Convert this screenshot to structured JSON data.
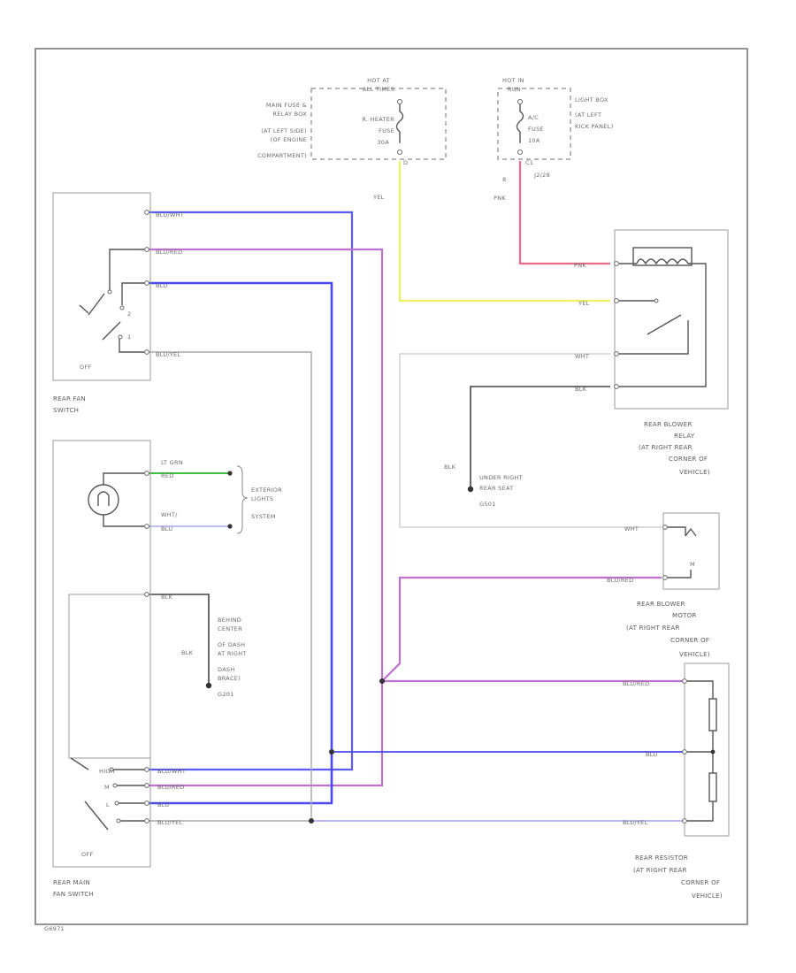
{
  "diagram_id": "G6971",
  "colors": {
    "blu_wht": "#5a5af5",
    "blu_red": "#c070d0",
    "blu": "#4a4af0",
    "blu_yel": "#a8a8a8",
    "yel": "#f5f560",
    "pnk": "#f06a8a",
    "blk": "#444444",
    "lt_grn": "#40c040",
    "wht": "#d0d0d0",
    "wht_blu": "#a0a0f0"
  },
  "fuse_box_1": {
    "header": [
      "HOT AT",
      "ALL TIMES"
    ],
    "location": [
      "MAIN FUSE &",
      "RELAY BOX",
      "(AT LEFT SIDE)",
      "(OF ENGINE",
      "COMPARTMENT)"
    ],
    "fuse": [
      "R. HEATER",
      "FUSE",
      "30A"
    ]
  },
  "fuse_box_2": {
    "header": [
      "HOT IN",
      "RUN"
    ],
    "location": [
      "LIGHT BOX",
      "(AT LEFT",
      "KICK PANEL)"
    ],
    "fuse": [
      "A/C",
      "FUSE",
      "10A"
    ],
    "terminal": "8",
    "terminal_alt": "J2/28"
  },
  "wires": {
    "yel": "YEL",
    "pnk": "PNK",
    "wht": "WHT",
    "blk": "BLK",
    "blu_wht": "BLU/WHT",
    "blu_red": "BLU/RED",
    "blu": "BLU",
    "blu_yel": "BLU/YEL",
    "lt_grn_top": "LT GRN",
    "lt_grn": "RED",
    "wht_top": "WHT/",
    "wht_bot": "BLU"
  },
  "rear_fan_switch": {
    "label": [
      "REAR FAN",
      "SWITCH"
    ],
    "off": "OFF",
    "pos_2": "2",
    "pos_1": "1"
  },
  "rear_main_switch": {
    "label": [
      "REAR MAIN",
      "FAN SWITCH"
    ],
    "off": "OFF",
    "pos": [
      "HIGH",
      "M",
      "L"
    ]
  },
  "exterior_lights": [
    "EXTERIOR",
    "LIGHTS",
    "SYSTEM"
  ],
  "ground_1": {
    "wire": "BLK",
    "label": [
      "BEHIND",
      "CENTER",
      "OF DASH",
      "AT RIGHT",
      "DASH",
      "BRACE)",
      "G201"
    ]
  },
  "ground_2": {
    "wire": "BLK",
    "label": [
      "UNDER RIGHT",
      "REAR SEAT",
      "G501"
    ]
  },
  "rear_blower_relay": [
    "REAR BLOWER",
    "RELAY",
    "(AT RIGHT REAR",
    "CORNER OF",
    "VEHICLE)"
  ],
  "rear_blower_motor": [
    "REAR BLOWER",
    "MOTOR",
    "(AT RIGHT REAR",
    "CORNER OF",
    "VEHICLE)"
  ],
  "rear_resistor": [
    "REAR RESISTOR",
    "(AT RIGHT REAR",
    "CORNER OF",
    "VEHICLE)"
  ],
  "motor_symbol": "M",
  "fuse_box_1_pin": "D",
  "fuse_box_2_pin": "C1"
}
